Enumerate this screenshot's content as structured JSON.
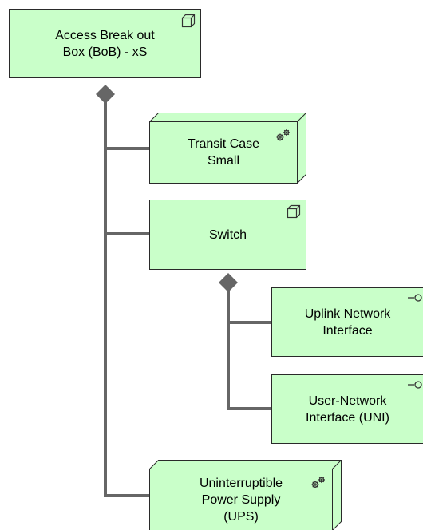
{
  "diagram": {
    "node_fill": "#c9ffc9",
    "connector_color": "#666666",
    "nodes": {
      "bob": {
        "label": "Access Break out\nBox (BoB) - xS",
        "element_type": "node",
        "icon": "node-icon"
      },
      "transit": {
        "label": "Transit Case\nSmall",
        "element_type": "equipment",
        "icon": "gears-icon"
      },
      "switch": {
        "label": "Switch",
        "element_type": "node",
        "icon": "node-icon"
      },
      "uplink": {
        "label": "Uplink Network\nInterface",
        "element_type": "interface",
        "icon": "interface-icon"
      },
      "uni": {
        "label": "User-Network\nInterface (UNI)",
        "element_type": "interface",
        "icon": "interface-icon"
      },
      "ups": {
        "label": "Uninterruptible\nPower Supply\n(UPS)",
        "element_type": "equipment",
        "icon": "gears-icon"
      }
    },
    "relations": [
      {
        "type": "composition",
        "from": "bob",
        "to": "transit"
      },
      {
        "type": "composition",
        "from": "bob",
        "to": "switch"
      },
      {
        "type": "composition",
        "from": "bob",
        "to": "ups"
      },
      {
        "type": "composition",
        "from": "switch",
        "to": "uplink"
      },
      {
        "type": "composition",
        "from": "switch",
        "to": "uni"
      }
    ]
  }
}
